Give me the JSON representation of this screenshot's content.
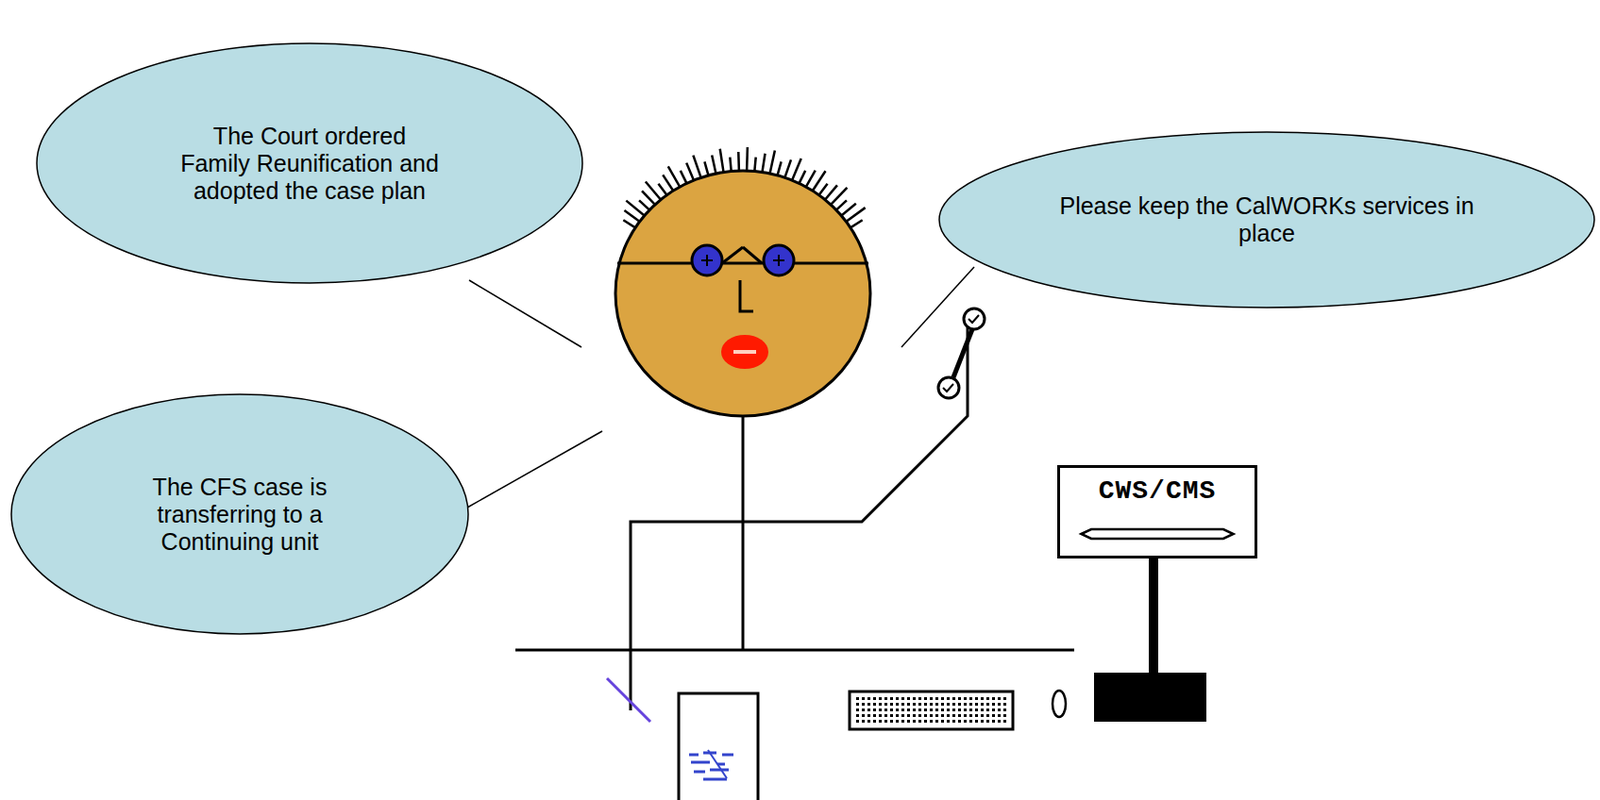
{
  "diagram": {
    "nodes": [
      {
        "text": [
          "The Court ordered Family Reunification and adopted the case plan"
        ]
      },
      {
        "text": [
          "Please keep the CalWORKs services in place"
        ]
      },
      {
        "text": [
          "The CFS case is transferring to a Continuing unit"
        ]
      },
      {
        "text": [
          "CWS/CMS"
        ]
      }
    ]
  }
}
